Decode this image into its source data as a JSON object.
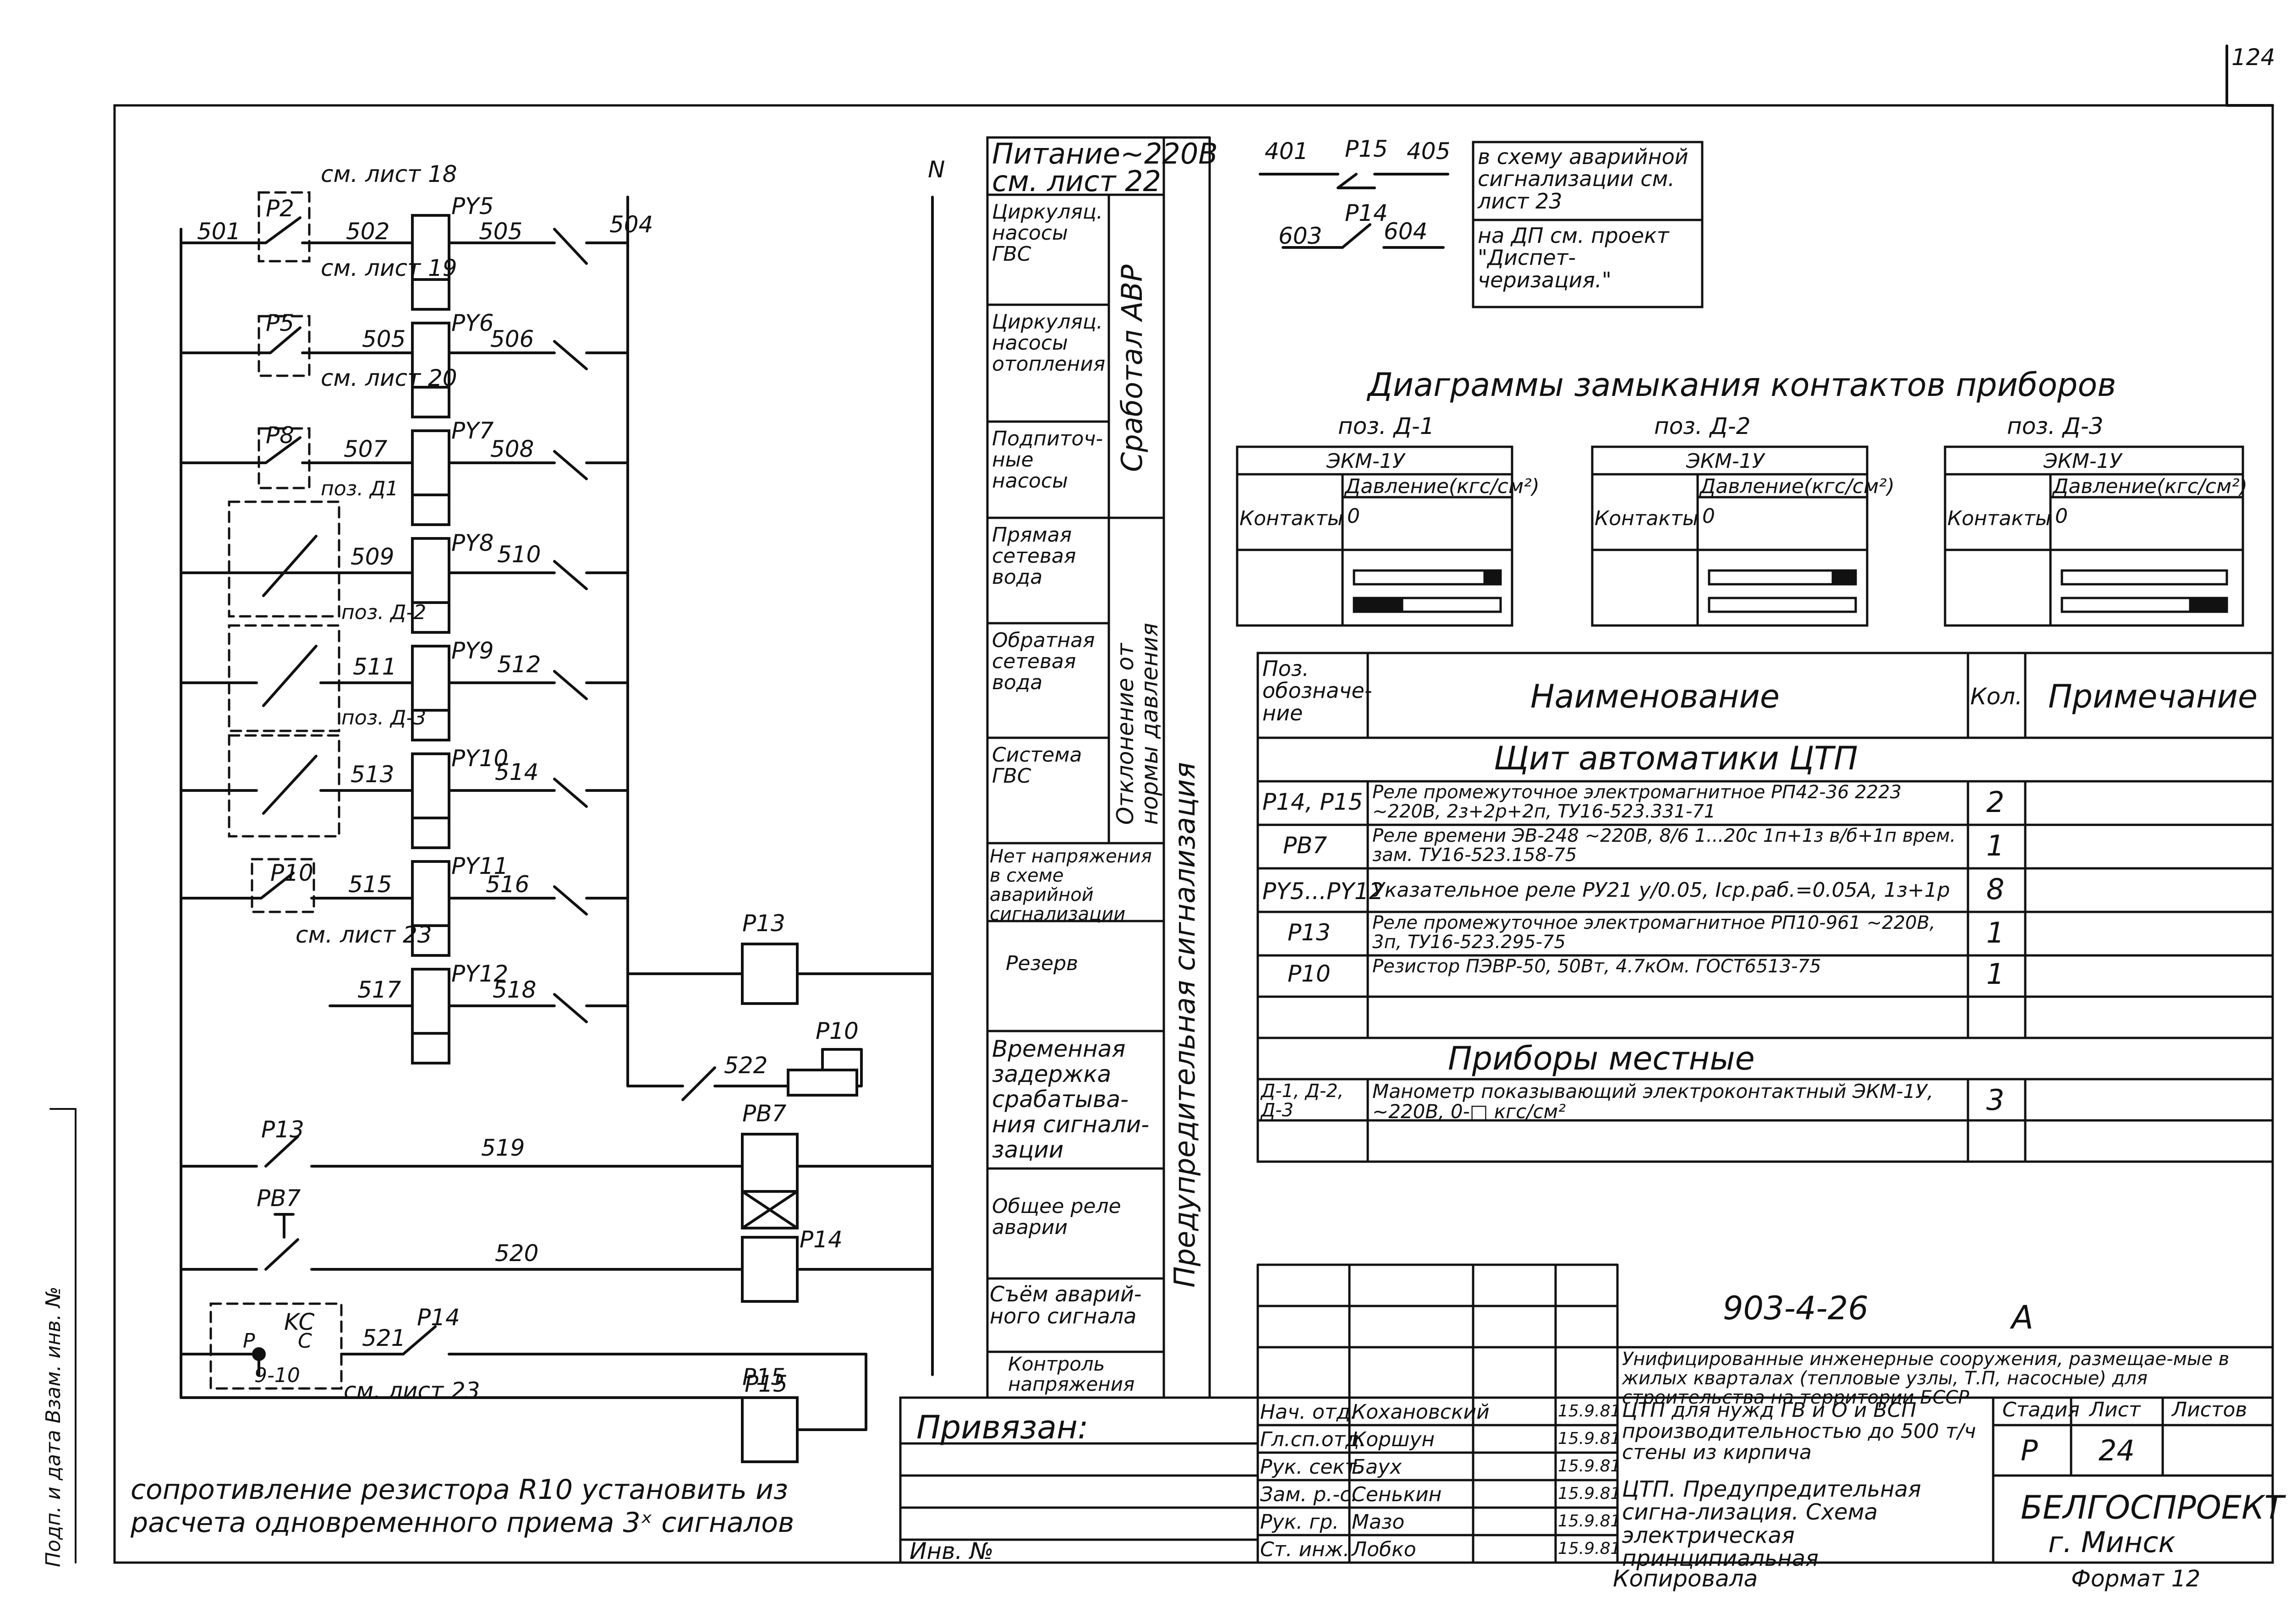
{
  "sheet_number": "24",
  "header_note": "124",
  "supply": {
    "line1": "Питание~220В",
    "line2": "см. лист 22"
  },
  "neutral_label": "N",
  "wires": [
    "501",
    "502",
    "505",
    "504",
    "505",
    "506",
    "507",
    "508",
    "509",
    "510",
    "511",
    "512",
    "513",
    "514",
    "515",
    "516",
    "517",
    "518",
    "519",
    "520",
    "521",
    "522"
  ],
  "circuit": {
    "sheet_refs": [
      "см. лист 18",
      "см. лист 19",
      "см. лист 20",
      "см. лист 23",
      "см. лист 23"
    ],
    "pos_labels": [
      "поз. Д1",
      "поз. Д-2",
      "поз. Д-3"
    ],
    "contacts": [
      "P2",
      "P5",
      "P8",
      "P10",
      "P13",
      "PB7",
      "P14",
      "P15",
      "KC"
    ],
    "relays": [
      "PY5",
      "PY6",
      "PY7",
      "PY8",
      "PY9",
      "PY10",
      "PY11",
      "PY12",
      "P13",
      "PB7",
      "P14",
      "P15"
    ],
    "resistor": "P10",
    "kc_labels": {
      "p": "P",
      "c": "C",
      "num": "9-10"
    },
    "wires": [
      "501",
      "502",
      "505",
      "504",
      "505",
      "506",
      "507",
      "508",
      "509",
      "510",
      "511",
      "512",
      "513",
      "514",
      "515",
      "516",
      "517",
      "518",
      "519",
      "520",
      "521",
      "522"
    ]
  },
  "legend_rows": [
    "Циркуляц. насосы ГВС",
    "Циркуляц. насосы отопления",
    "Подпиточ-ные насосы",
    "Прямая сетевая вода",
    "Обратная сетевая вода",
    "Система ГВС",
    "Нет напряжения в схеме аварийной сигнализации",
    "Резерв",
    "Временная задержка срабатыва-ния сигнали-зации",
    "Общее реле аварии",
    "Съём аварий-ного сигнала",
    "Контроль напряжения"
  ],
  "legend_groups": [
    "Сработал АВР",
    "Отклонение от нормы давления",
    "Предупредительная сигнализация"
  ],
  "top_right_note": {
    "contacts": [
      {
        "a": "401",
        "b": "405",
        "name": "P15"
      },
      {
        "a": "603",
        "b": "604",
        "name": "P14"
      }
    ],
    "text1": "в схему аварийной сигнализации см. лист 23",
    "text2": "на ДП см. проект \"Диспет-черизация.\""
  },
  "contact_diagrams": {
    "title": "Диаграммы замыкания контактов приборов",
    "items": [
      {
        "pos": "поз. Д-1",
        "device": "ЭКМ-1У"
      },
      {
        "pos": "поз. Д-2",
        "device": "ЭКМ-1У"
      },
      {
        "pos": "поз. Д-3",
        "device": "ЭКМ-1У"
      }
    ],
    "col_contacts": "Контакты",
    "col_pressure": "Давление(кгс/см²)",
    "zero": "0"
  },
  "spec": {
    "headers": [
      "Поз. обозначе-ние",
      "Наименование",
      "Кол.",
      "Примечание"
    ],
    "section1": "Щит автоматики ЦТП",
    "rows": [
      {
        "pos": "P14, P15",
        "name": "Реле промежуточное электромагнитное РП42-36 2223 ~220В, 2з+2р+2п, ТУ16-523.331-71",
        "qty": "2"
      },
      {
        "pos": "PB7",
        "name": "Реле времени ЭВ-248 ~220В, 8/6 1...20с 1п+1з в/б+1п врем. зам. ТУ16-523.158-75",
        "qty": "1"
      },
      {
        "pos": "PY5...PY12",
        "name": "Указательное реле РУ21 у/0.05, Iср.раб.=0.05А, 1з+1р",
        "qty": "8"
      },
      {
        "pos": "P13",
        "name": "Реле промежуточное электромагнитное РП10-961 ~220В, 3п, ТУ16-523.295-75",
        "qty": "1"
      },
      {
        "pos": "P10",
        "name": "Резистор ПЭВР-50, 50Вт, 4.7кОм. ГОСТ6513-75",
        "qty": "1"
      }
    ],
    "section2": "Приборы местные",
    "rows2": [
      {
        "pos": "Д-1, Д-2, Д-3",
        "name": "Манометр показывающий электроконтактный ЭКМ-1У, ~220В, 0-□ кгс/см²",
        "qty": "3"
      }
    ]
  },
  "footnote": "сопротивление резистора R10 установить из расчета одновременного приема 3ˣ сигналов",
  "stamp": {
    "doc_code": "903-4-26",
    "letter": "А",
    "project": "Унифицированные инженерные сооружения, размещае-мые в жилых кварталах (тепловые узлы, Т.П, насосные) для строительства на территории БССР",
    "object": "ЦТП для нужд ГВ и О и ВСП производительностью до 500 т/ч стены из кирпича",
    "sheet_title": "ЦТП. Предупредительная сигна-лизация. Схема электрическая принципиальная",
    "col_stage": "Стадия",
    "col_sheet": "Лист",
    "col_sheets": "Листов",
    "stage": "Р",
    "sheet": "24",
    "org": "БЕЛГОСПРОЕКТ",
    "city": "г. Минск",
    "privyazan": "Привязан:",
    "inv": "Инв. №",
    "signers": [
      {
        "role": "Нач. отд.",
        "name": "Кохановский",
        "date": "15.9.81"
      },
      {
        "role": "Гл.сп.отд.",
        "name": "Коршун",
        "date": "15.9.81"
      },
      {
        "role": "Рук. сект.",
        "name": "Баух",
        "date": "15.9.81"
      },
      {
        "role": "Зам. р.-с.",
        "name": "Сенькин",
        "date": "15.9.81"
      },
      {
        "role": "Рук. гр.",
        "name": "Мазо",
        "date": "15.9.81"
      },
      {
        "role": "Ст. инж.",
        "name": "Лобко",
        "date": "15.9.81"
      }
    ],
    "copied": "Копировала",
    "format": "Формат 12"
  },
  "side_note": "Подп. и дата  Взам. инв. №"
}
